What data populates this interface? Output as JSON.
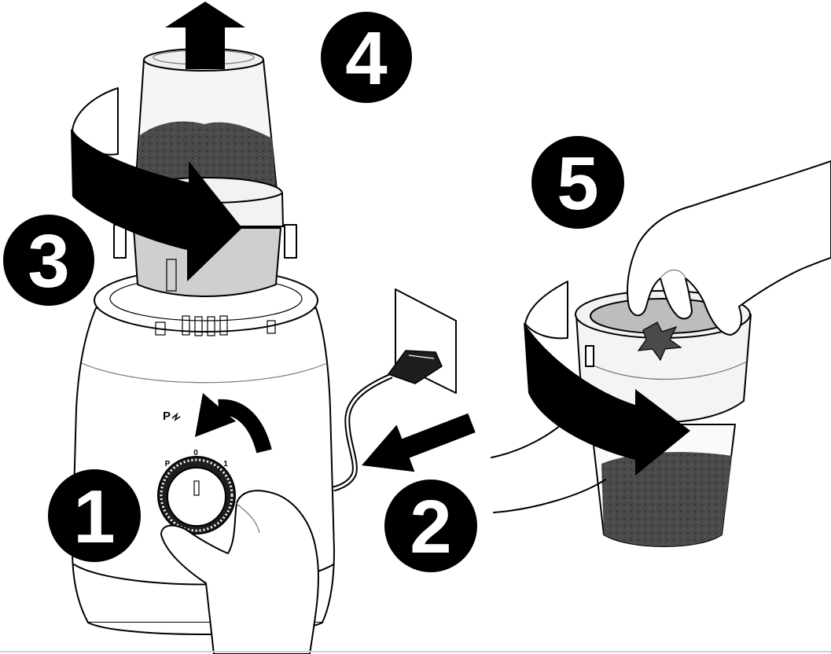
{
  "steps": [
    "1",
    "2",
    "3",
    "4",
    "5"
  ],
  "dial": {
    "label_pulse": "P",
    "label_off": "0",
    "label_on": "1"
  },
  "pulse_symbol": "P",
  "icons": {
    "step_arrows": [
      "arrow-up-icon",
      "rotate-arrow-icon",
      "arrow-left-icon",
      "rotate-arrow-icon",
      "counter-clockwise-arrow-icon"
    ]
  },
  "colors": {
    "ink": "#000000",
    "contents": "#4a4a4a",
    "collar": "#cfcfcf",
    "background": "#ffffff"
  }
}
